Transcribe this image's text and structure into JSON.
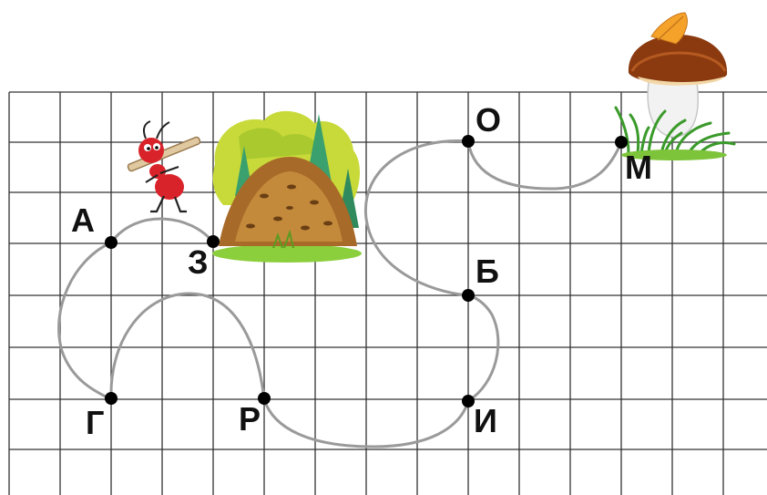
{
  "points": [
    {
      "id": "A",
      "label": "А"
    },
    {
      "id": "Z",
      "label": "З"
    },
    {
      "id": "G",
      "label": "Г"
    },
    {
      "id": "R",
      "label": "Р"
    },
    {
      "id": "I",
      "label": "И"
    },
    {
      "id": "B",
      "label": "Б"
    },
    {
      "id": "O",
      "label": "О"
    },
    {
      "id": "M",
      "label": "М"
    }
  ],
  "colors": {
    "grid": "#333333",
    "path": "#9a9a9a",
    "dot": "#000000",
    "label": "#111111"
  },
  "icons": {
    "ant": "ant-icon",
    "anthill": "anthill-icon",
    "mushroom": "mushroom-icon"
  }
}
